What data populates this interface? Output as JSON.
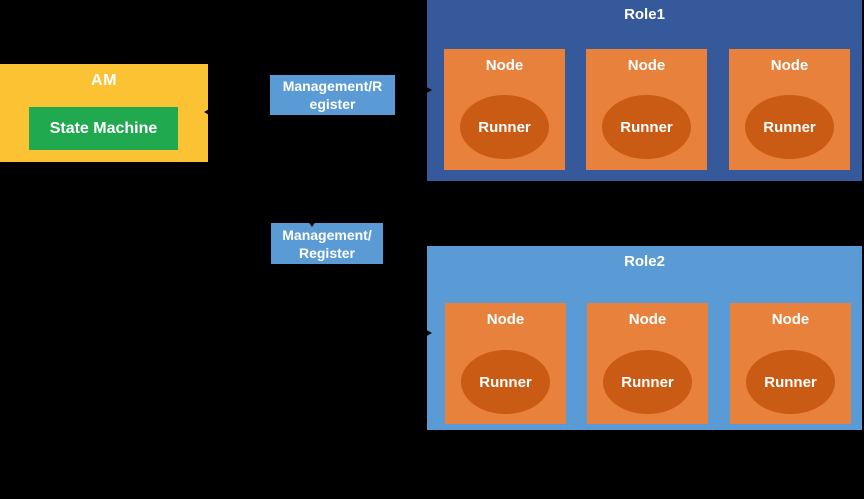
{
  "colors": {
    "background": "#000000",
    "am-yellow": "#fbc334",
    "state-green": "#21a94f",
    "mgmt-blue": "#5b9bd5",
    "role1-blue": "#35599b",
    "role2-blue": "#5b9bd5",
    "node-orange": "#e8813c",
    "runner-orange": "#c95b14",
    "text-white": "#ffffff",
    "arrow-black": "#000000"
  },
  "am": {
    "label": "AM",
    "state_machine": "State Machine"
  },
  "management_register_1": {
    "line1": "Management/R",
    "line2": "egister"
  },
  "management_register_2": {
    "line1": "Management/",
    "line2": "Register"
  },
  "role1": {
    "title": "Role1",
    "nodes": [
      {
        "label": "Node",
        "runner": "Runner"
      },
      {
        "label": "Node",
        "runner": "Runner"
      },
      {
        "label": "Node",
        "runner": "Runner"
      }
    ]
  },
  "role2": {
    "title": "Role2",
    "nodes": [
      {
        "label": "Node",
        "runner": "Runner"
      },
      {
        "label": "Node",
        "runner": "Runner"
      },
      {
        "label": "Node",
        "runner": "Runner"
      }
    ]
  }
}
